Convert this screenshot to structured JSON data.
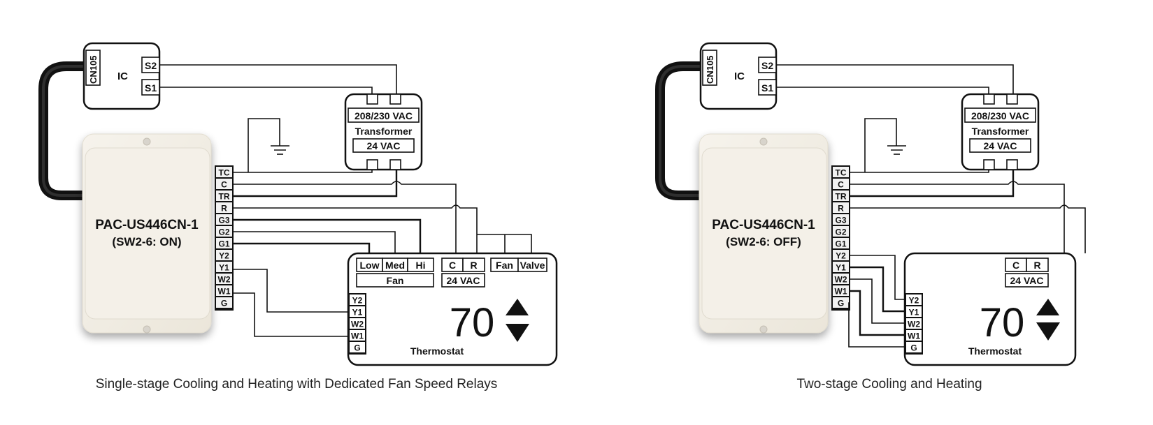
{
  "diagrams": [
    {
      "caption": "Single-stage Cooling and Heating with Dedicated Fan Speed Relays",
      "ic": {
        "label": "IC",
        "connector": "CN105",
        "terminals": [
          "S2",
          "S1"
        ]
      },
      "transformer": {
        "primary": "208/230 VAC",
        "label": "Transformer",
        "secondary": "24 VAC"
      },
      "interface": {
        "model": "PAC-US446CN-1",
        "setting": "(SW2-6: ON)",
        "terminals": [
          "TC",
          "C",
          "TR",
          "R",
          "G3",
          "G2",
          "G1",
          "Y2",
          "Y1",
          "W2",
          "W1",
          "G"
        ]
      },
      "thermostat": {
        "label": "Thermostat",
        "setpoint": "70",
        "fan_terminals": [
          "Low",
          "Med",
          "Hi"
        ],
        "fan_label": "Fan",
        "power_terminals": [
          "C",
          "R"
        ],
        "power_label": "24 VAC",
        "aux_terminals": [
          "Fan",
          "Valve"
        ],
        "side_terminals": [
          "Y2",
          "Y1",
          "W2",
          "W1",
          "G"
        ]
      }
    },
    {
      "caption": "Two-stage Cooling and Heating",
      "ic": {
        "label": "IC",
        "connector": "CN105",
        "terminals": [
          "S2",
          "S1"
        ]
      },
      "transformer": {
        "primary": "208/230 VAC",
        "label": "Transformer",
        "secondary": "24 VAC"
      },
      "interface": {
        "model": "PAC-US446CN-1",
        "setting": "(SW2-6: OFF)",
        "terminals": [
          "TC",
          "C",
          "TR",
          "R",
          "G3",
          "G2",
          "G1",
          "Y2",
          "Y1",
          "W2",
          "W1",
          "G"
        ]
      },
      "thermostat": {
        "label": "Thermostat",
        "setpoint": "70",
        "power_terminals": [
          "C",
          "R"
        ],
        "power_label": "24 VAC",
        "side_terminals": [
          "Y2",
          "Y1",
          "W2",
          "W1",
          "G"
        ]
      }
    }
  ],
  "icons": {
    "ground": "ground-symbol-icon",
    "up": "triangle-up-icon",
    "down": "triangle-down-icon"
  }
}
